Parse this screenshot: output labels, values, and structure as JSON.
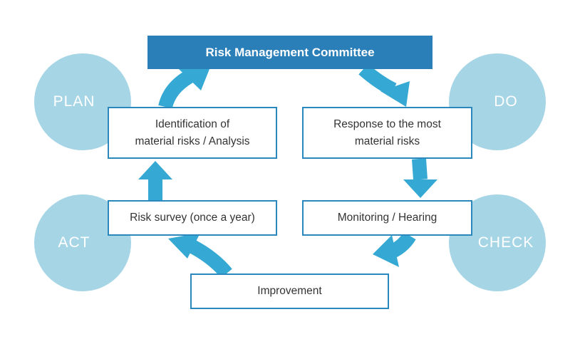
{
  "cycle": {
    "plan": "PLAN",
    "do": "DO",
    "act": "ACT",
    "check": "CHECK"
  },
  "title": "Risk Management Committee",
  "steps": {
    "identification": [
      "Identification of",
      "material risks / Analysis"
    ],
    "response": [
      "Response to the most",
      "material risks"
    ],
    "survey": "Risk survey (once a year)",
    "monitoring": "Monitoring / Hearing",
    "improvement": "Improvement"
  },
  "colors": {
    "circle": "#a6d5e6",
    "title_fill": "#2b7fb8",
    "box_border": "#2b88bd",
    "arrow": "#35a9d3"
  }
}
